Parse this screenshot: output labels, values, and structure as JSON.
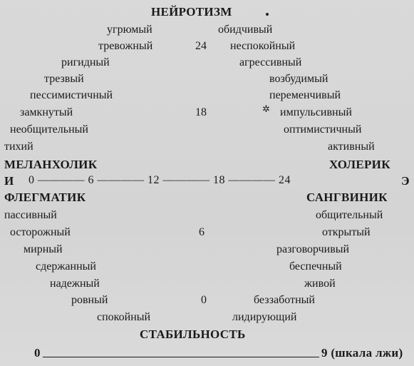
{
  "title_top": "НЕЙРОТИЗМ",
  "title_bottom": "СТАБИЛЬНОСТЬ",
  "temperaments": {
    "melancholic": "МЕЛАНХОЛИК",
    "choleric": "ХОЛЕРИК",
    "phlegmatic": "ФЛЕГМАТИК",
    "sanguine": "САНГВИНИК"
  },
  "axis": {
    "left_letter": "И",
    "right_letter": "Э",
    "line": "0 ———— 6 ———— 12 ———— 18 ———— 24",
    "v24": "24",
    "v18": "18",
    "v6": "6",
    "v0": "0"
  },
  "upper_left": [
    "угрюмый",
    "тревожный",
    "ригидный",
    "трезвый",
    "пессимистичный",
    "замкнутый",
    "необщительный",
    "тихий"
  ],
  "upper_right": [
    "обидчивый",
    "неспокойный",
    "агрессивный",
    "возбудимый",
    "переменчивый",
    "импульсивный",
    "оптимистичный",
    "активный"
  ],
  "lower_left": [
    "пассивный",
    "осторожный",
    "мирный",
    "сдержанный",
    "надежный",
    "ровный",
    "спокойный"
  ],
  "lower_right": [
    "общительный",
    "открытый",
    "разговорчивый",
    "беспечный",
    "живой",
    "беззаботный",
    "лидирующий"
  ],
  "lie_scale": {
    "start": "0",
    "end": "9 (шкала лжи)"
  }
}
